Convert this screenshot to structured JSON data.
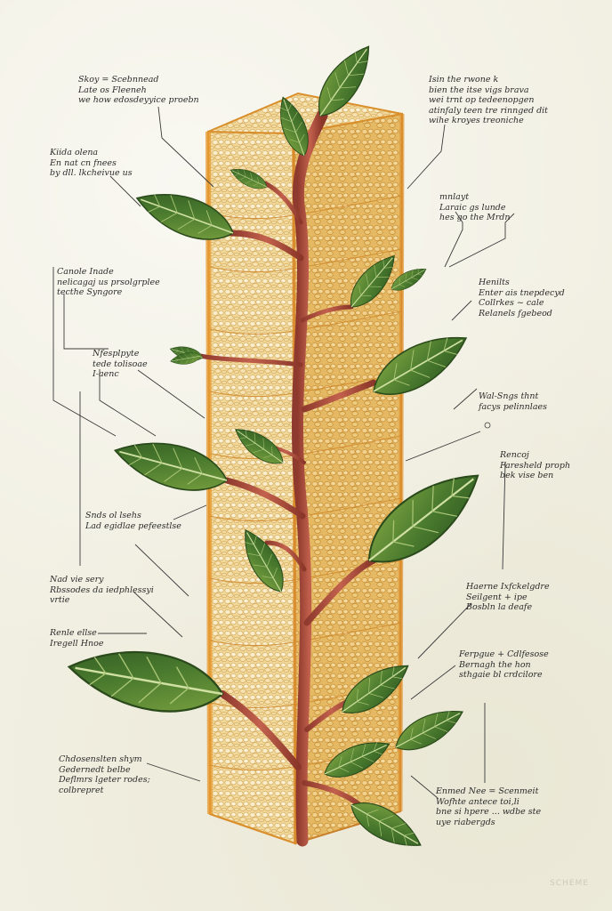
{
  "labels": [
    {
      "id": "top-left",
      "lines": [
        "Skoy = Scebnnead",
        "Late os Fleeneh",
        "we how edosdeyyice proebn"
      ]
    },
    {
      "id": "top-right",
      "lines": [
        "Isin the rwone k",
        "bien the itse vigs brava",
        "wei trnt op tedeenopgen",
        "atinfaly teen tre rinnged dit",
        "wihe kroyes treoniche"
      ]
    },
    {
      "id": "upper-left",
      "lines": [
        "Kiida  olena",
        "En nat cn fnees",
        "by dll. lkcheivue us"
      ]
    },
    {
      "id": "right-1",
      "lines": [
        "mnlayt",
        "Laraic  gs  lunde",
        "hes go the Mrdn"
      ]
    },
    {
      "id": "left-1",
      "lines": [
        "Canole  Inade",
        "nelicagaj  us  prsolgrplee",
        "tecthe Syngore"
      ]
    },
    {
      "id": "right-2",
      "lines": [
        "Henilts",
        "Enter  ais  tnepdecyd",
        "Collrkes  ~  cale",
        "Relanels  fgebeod"
      ]
    },
    {
      "id": "left-2",
      "lines": [
        "Nfesplpyte",
        "tede  tolisoae",
        "I-aenc"
      ]
    },
    {
      "id": "right-3",
      "lines": [
        "Wal-Sngs  thnt",
        "facys  pelinnlaes"
      ]
    },
    {
      "id": "right-4",
      "lines": [
        "Rencoj",
        "Faresheld proph",
        "bek  vise  ben"
      ]
    },
    {
      "id": "left-3",
      "lines": [
        "Snds  ol  lsehs",
        "Lad  egidlae  pefeestlse"
      ]
    },
    {
      "id": "right-5",
      "lines": [
        "Haerne  Ixfckelgdre",
        "Seilgent  +  ipe",
        "Bosbln  la  deafe"
      ]
    },
    {
      "id": "left-4",
      "lines": [
        "Nad  vie  sery",
        "Rbssodes  da  iedphlessyi",
        "vrtie"
      ]
    },
    {
      "id": "left-5",
      "lines": [
        "Renle  ellse",
        "Iregell  Hnoe"
      ]
    },
    {
      "id": "right-6",
      "lines": [
        "Ferpgue  +  Cdlfesose",
        "Bernagh  the  hon",
        "sthgaie  bl  crdcilore"
      ]
    },
    {
      "id": "left-6",
      "lines": [
        "Chdosenslten  shym",
        "Gedernedt  belbe",
        "Deflmrs  lgeter  rodes;",
        "colbrepret"
      ]
    },
    {
      "id": "right-7",
      "lines": [
        "Enmed  Nee  =  Scenmeit",
        "Wofhte  antece  toi,li",
        "bne  si  hpere ... wdbe ste",
        "uye  riabergds"
      ]
    }
  ],
  "signature": "SCHEME",
  "colors": {
    "background": "#f1efe1",
    "block_fill": "#ecc57a",
    "block_edge": "#d98f2b",
    "stem": "#a4483a",
    "leaf": "#3f6f2a",
    "leaf_light": "#6f9a3c",
    "ink": "#2b2b2b"
  }
}
